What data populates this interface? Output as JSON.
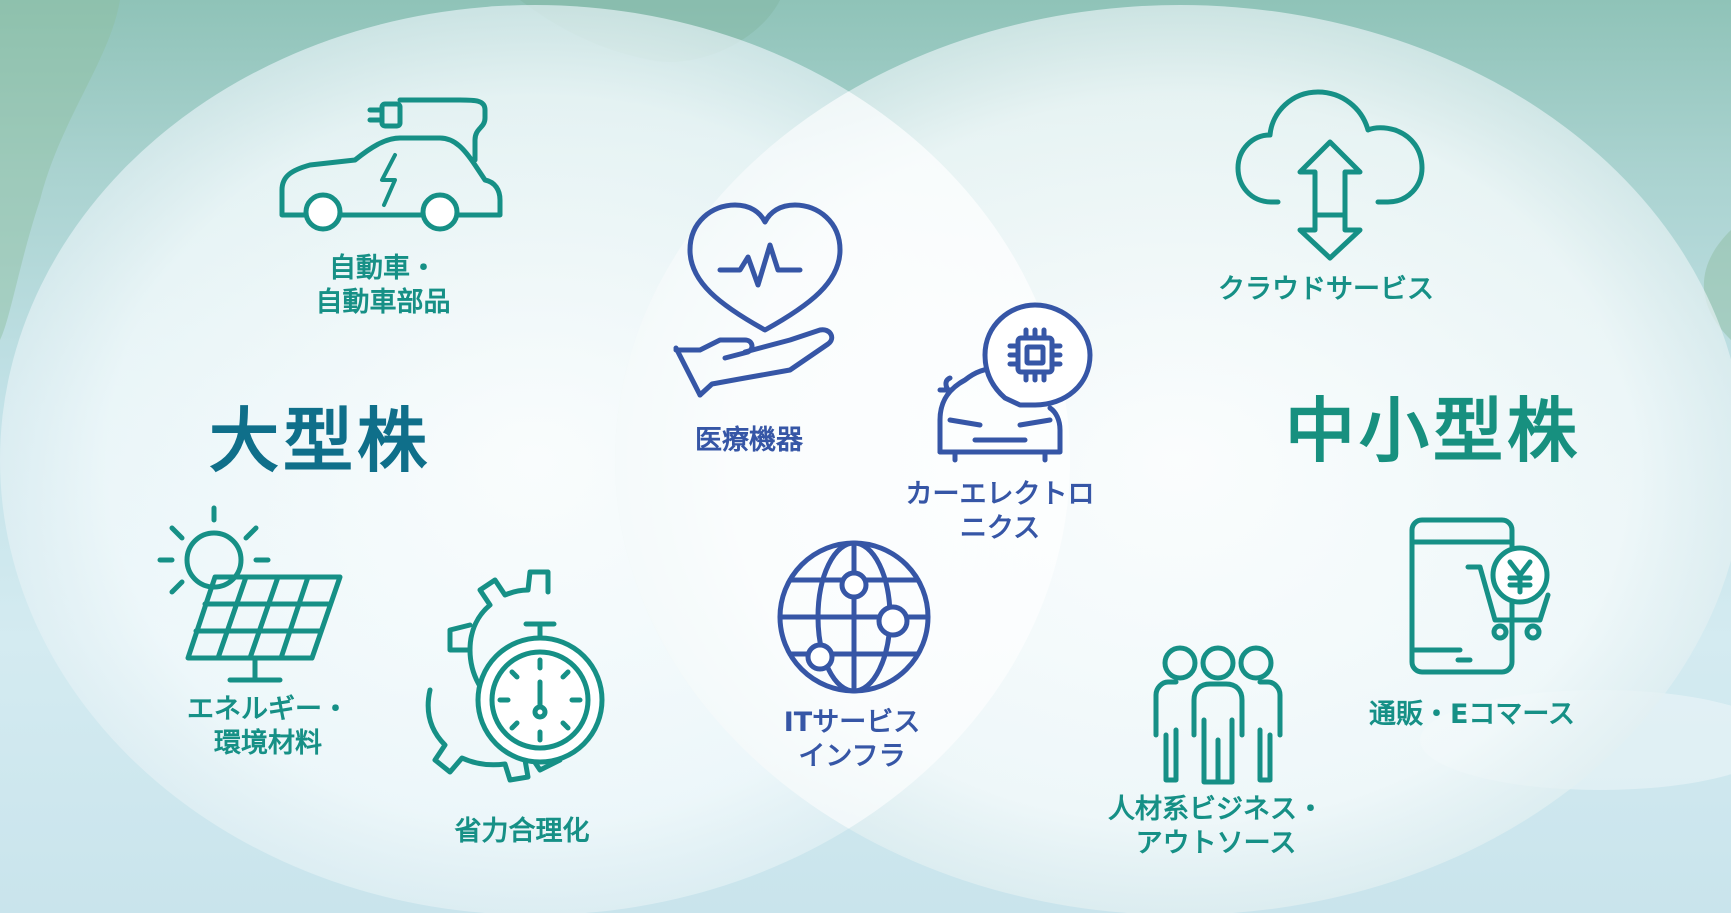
{
  "colors": {
    "teal": "#169086",
    "blue": "#3656a6",
    "title_left": "#0f6f8a",
    "title_right": "#17907f"
  },
  "diagram": {
    "type": "venn",
    "left_set": {
      "title": "大型株",
      "items": [
        {
          "label_lines": [
            "自動車・",
            "自動車部品"
          ],
          "icon": "electric-car-icon"
        },
        {
          "label_lines": [
            "エネルギー・",
            "環境材料"
          ],
          "icon": "solar-panel-icon"
        },
        {
          "label_lines": [
            "省力合理化"
          ],
          "icon": "gear-stopwatch-icon"
        }
      ]
    },
    "right_set": {
      "title": "中小型株",
      "items": [
        {
          "label_lines": [
            "クラウドサービス"
          ],
          "icon": "cloud-transfer-icon"
        },
        {
          "label_lines": [
            "通販・Eコマース"
          ],
          "icon": "smartphone-shopping-icon"
        },
        {
          "label_lines": [
            "人材系ビジネス・",
            "アウトソース"
          ],
          "icon": "people-group-icon"
        }
      ]
    },
    "intersection": {
      "items": [
        {
          "label_lines": [
            "医療機器"
          ],
          "icon": "heart-hand-icon"
        },
        {
          "label_lines": [
            "カーエレクトロ",
            "ニクス"
          ],
          "icon": "car-chip-icon"
        },
        {
          "label_lines": [
            "ITサービス",
            "インフラ"
          ],
          "icon": "globe-network-icon"
        }
      ]
    }
  }
}
